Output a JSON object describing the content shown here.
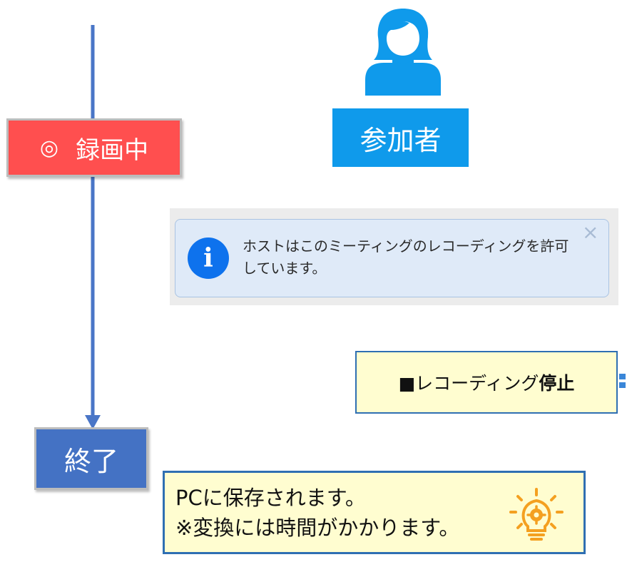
{
  "recording_label": {
    "symbol": "◎",
    "text": "録画中"
  },
  "end_label": "終了",
  "participant": {
    "icon": "person-female-icon",
    "label": "参加者"
  },
  "notification": {
    "icon": "info-icon",
    "text": "ホストはこのミーティングのレコーディングを許可しています。",
    "close": "×"
  },
  "stop_recording": {
    "prefix": "■レコーディング",
    "emphasis": "停止"
  },
  "save_note": {
    "line1": "PCに保存されます。",
    "line2": "※変換には時間がかかります。",
    "icon": "lightbulb-gear-icon"
  },
  "colors": {
    "recording": "#ff4f4f",
    "end": "#4472c4",
    "participant": "#0f9aeb",
    "timeline": "#4a76c7",
    "note_bg": "#fffdd0",
    "note_border": "#2f6fb2",
    "bulb": "#f4a020"
  }
}
